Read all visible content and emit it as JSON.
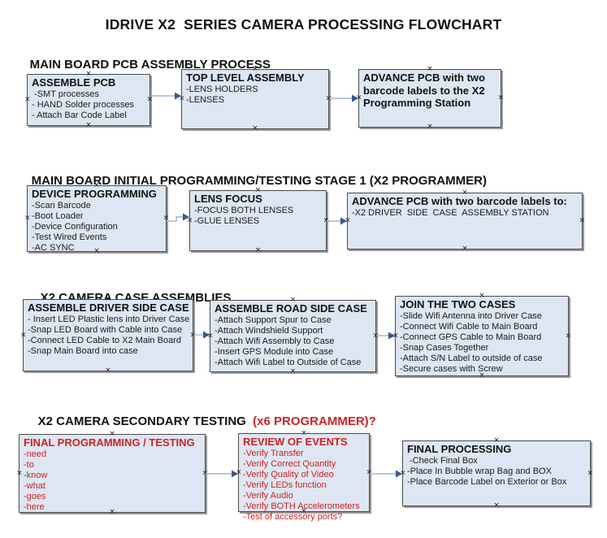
{
  "page": {
    "title": "IDRIVE X2  SERIES CAMERA PROCESSING FLOWCHART"
  },
  "colors": {
    "box_fill": "#dde6f2",
    "box_border": "#4a4a4a",
    "box_shadow": "#989898",
    "arrow_line": "#a3b5cf",
    "arrow_head": "#36598f",
    "red_text": "#cc2222",
    "black_text": "#1a1a1a"
  },
  "handle_glyph": "×",
  "sections": [
    {
      "header": "MAIN BOARD PCB ASSEMBLY PROCESS",
      "header_suffix": "",
      "boxes": [
        {
          "title": "ASSEMBLE PCB",
          "items": [
            " -SMT processes",
            "- HAND Solder processes",
            "- Attach Bar Code Label"
          ]
        },
        {
          "title": "TOP LEVEL ASSEMBLY",
          "items": [
            "-LENS HOLDERS",
            "-LENSES"
          ]
        },
        {
          "title": "ADVANCE PCB with two barcode labels to the X2 Programming Station",
          "items": []
        }
      ]
    },
    {
      "header": "MAIN BOARD INITIAL PROGRAMMING/TESTING STAGE 1 (X2 PROGRAMMER)",
      "header_suffix": "",
      "boxes": [
        {
          "title": "DEVICE PROGRAMMING",
          "items": [
            "-Scan Barcode",
            "-Boot Loader",
            "-Device Configuration",
            "-Test Wired Events",
            "-AC SYNC"
          ]
        },
        {
          "title": "LENS FOCUS",
          "items": [
            "-FOCUS BOTH LENSES",
            "-GLUE LENSES"
          ]
        },
        {
          "title": "ADVANCE PCB with two barcode labels to:",
          "items": [
            "-X2 DRIVER  SIDE  CASE  ASSEMBLY STATION"
          ]
        }
      ]
    },
    {
      "header": "X2 CAMERA CASE ASSEMBLIES",
      "header_suffix": "",
      "boxes": [
        {
          "title": "ASSEMBLE DRIVER SIDE CASE",
          "items": [
            "- Insert LED Plastic lens into Driver Case",
            "-Snap LED Board with Cable into Case",
            "-Connect LED Cable to X2 Main Board",
            "-Snap Main Board into case"
          ]
        },
        {
          "title": "ASSEMBLE ROAD SIDE CASE",
          "items": [
            "-Attach Support Spur to Case",
            "-Attach Windshield Support",
            "-Attach Wifi Assembly to Case",
            "-Insert GPS Module into Case",
            "-Attach Wifi Label to Outside of Case"
          ]
        },
        {
          "title": "JOIN THE TWO CASES",
          "items": [
            "-Slide Wifi Antenna into Driver Case",
            "-Connect Wifi Cable to Main Board",
            "-Connect GPS Cable to Main Board",
            "-Snap Cases Together",
            "-Attach S/N Label to outside of case",
            "-Secure cases with Screw"
          ]
        }
      ]
    },
    {
      "header": "X2 CAMERA SECONDARY TESTING ",
      "header_suffix": " (x6 PROGRAMMER)?",
      "boxes": [
        {
          "title": "FINAL PROGRAMMING / TESTING",
          "items": [
            "-need",
            "-to",
            "-know",
            "-what",
            "-goes",
            "-here"
          ]
        },
        {
          "title": "REVIEW OF EVENTS",
          "items": [
            "-Verify Transfer",
            "-Verify Correct Quantity",
            "-Verify Quality of Video",
            "-Verify LEDs function",
            "-Verify Audio",
            "-Verify BOTH Accelerometers",
            "-Test of accessory ports?"
          ]
        },
        {
          "title": "FINAL PROCESSING",
          "items": [
            " -Check Final Box",
            "-Place In Bubble wrap Bag and BOX",
            "-Place Barcode Label on Exterior or Box"
          ]
        }
      ]
    }
  ]
}
